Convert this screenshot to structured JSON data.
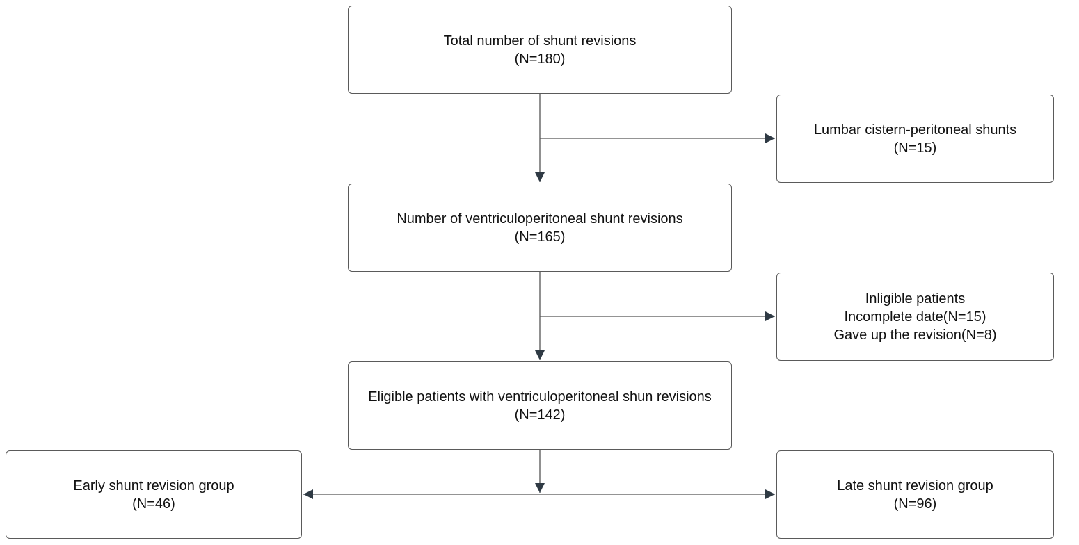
{
  "boxes": {
    "total": {
      "title": "Total number of shunt revisions",
      "count": "(N=180)"
    },
    "lumbar": {
      "title": "Lumbar cistern-peritoneal shunts",
      "count": "(N=15)"
    },
    "vp": {
      "title": "Number of ventriculoperitoneal shunt revisions",
      "count": "(N=165)"
    },
    "ineligible": {
      "title": "Inligible patients",
      "line1": "Incomplete date(N=15)",
      "line2": "Gave up the revision(N=8)"
    },
    "eligible": {
      "title": "Eligible patients with ventriculoperitoneal shun revisions",
      "count": "(N=142)"
    },
    "early": {
      "title": "Early shunt revision group",
      "count": "(N=46)"
    },
    "late": {
      "title": "Late shunt revision group",
      "count": "(N=96)"
    }
  },
  "colors": {
    "line": "#555555",
    "arrowhead": "#2f3a44",
    "border": "#5a5a5a"
  }
}
